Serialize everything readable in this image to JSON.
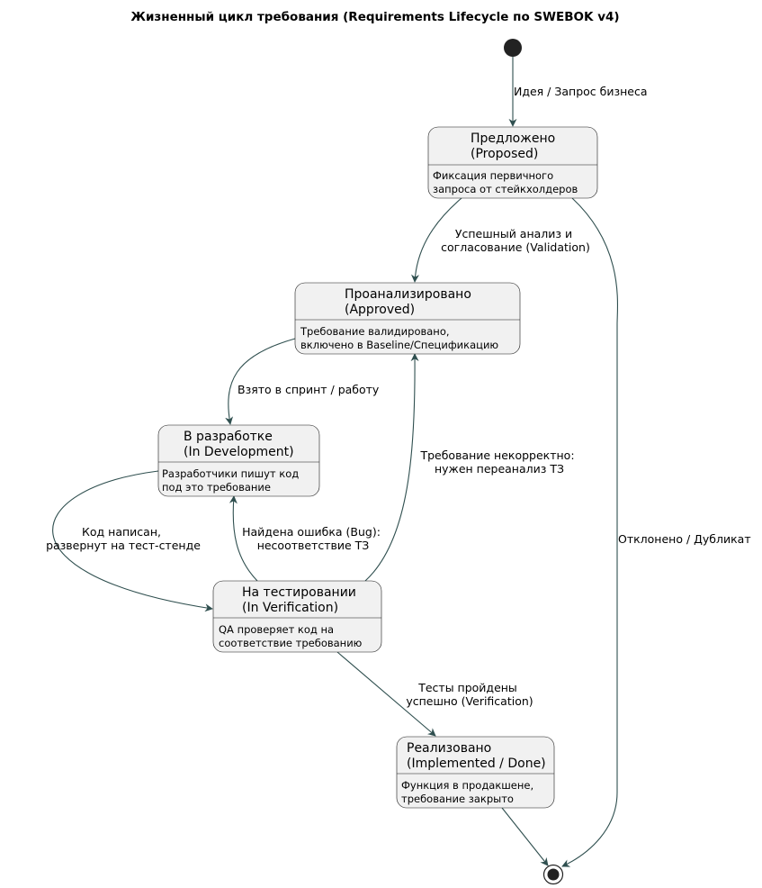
{
  "title": "Жизненный цикл требования (Requirements Lifecycle по SWEBOK v4)",
  "states": {
    "proposed": {
      "name_lines": [
        "Предложено",
        "(Proposed)"
      ],
      "desc_lines": [
        "Фиксация первичного",
        "запроса от стейкхолдеров"
      ]
    },
    "approved": {
      "name_lines": [
        "Проанализировано",
        "(Approved)"
      ],
      "desc_lines": [
        "Требование валидировано,",
        "включено в Baseline/Спецификацию"
      ]
    },
    "development": {
      "name_lines": [
        "В разработке",
        "(In Development)"
      ],
      "desc_lines": [
        "Разработчики пишут код",
        "под это требование"
      ]
    },
    "verification": {
      "name_lines": [
        "На тестировании",
        "(In Verification)"
      ],
      "desc_lines": [
        "QA проверяет код на",
        "соответствие требованию"
      ]
    },
    "implemented": {
      "name_lines": [
        "Реализовано",
        "(Implemented / Done)"
      ],
      "desc_lines": [
        "Функция в продакшене,",
        "требование закрыто"
      ]
    }
  },
  "transitions": {
    "start_to_proposed": [
      "Идея / Запрос бизнеса"
    ],
    "proposed_to_approved": [
      "Успешный анализ и",
      "согласование (Validation)"
    ],
    "proposed_to_end": [
      "Отклонено / Дубликат"
    ],
    "approved_to_development": [
      "Взято в спринт / работу"
    ],
    "development_to_verification": [
      "Код написан,",
      "развернут на тест-стенде"
    ],
    "verification_to_development": [
      "Найдена ошибка (Bug):",
      "несоответствие ТЗ"
    ],
    "verification_to_approved": [
      "Требование некорректно:",
      "нужен переанализ ТЗ"
    ],
    "verification_to_implemented": [
      "Тесты пройдены",
      "успешно (Verification)"
    ],
    "implemented_to_end": []
  },
  "colors": {
    "edge": "#2f4f4f",
    "state_fill": "#f1f1f1",
    "state_border": "#181818",
    "node_fill": "#222222"
  }
}
